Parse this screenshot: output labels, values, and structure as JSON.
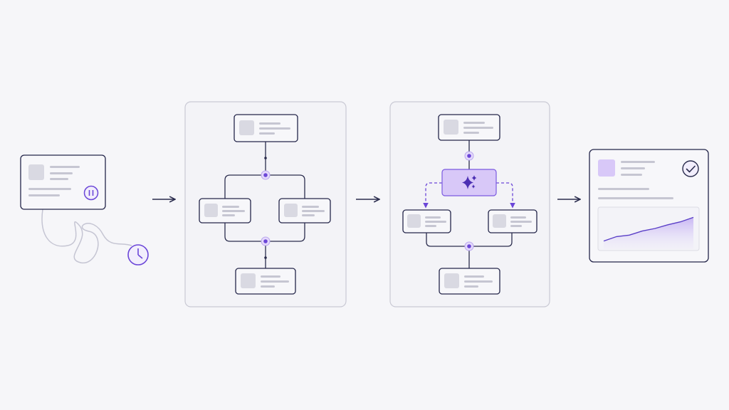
{
  "diagram": {
    "stages": [
      {
        "name": "paused-task",
        "icons": [
          "pause-icon",
          "clock-icon"
        ]
      },
      {
        "name": "structured-workflow",
        "icons": []
      },
      {
        "name": "ai-assisted-workflow",
        "icons": [
          "sparkle-icon"
        ]
      },
      {
        "name": "completed-result",
        "icons": [
          "check-icon"
        ],
        "chart_trend": [
          0.18,
          0.3,
          0.34,
          0.45,
          0.52,
          0.62,
          0.7,
          0.82
        ]
      }
    ],
    "arrows": 3
  },
  "colors": {
    "background": "#f6f6f9",
    "panel_border": "#c9c9d4",
    "card_border": "#24264a",
    "card_fill": "#f7f7fa",
    "placeholder": "#d9d9e2",
    "text_line": "#c6c6d2",
    "accent": "#6b46d8",
    "accent_light": "#e4d9fb",
    "accent_fill": "#d8c8f8",
    "connector": "#2a2c4d",
    "scribble": "#c5c5d3"
  }
}
